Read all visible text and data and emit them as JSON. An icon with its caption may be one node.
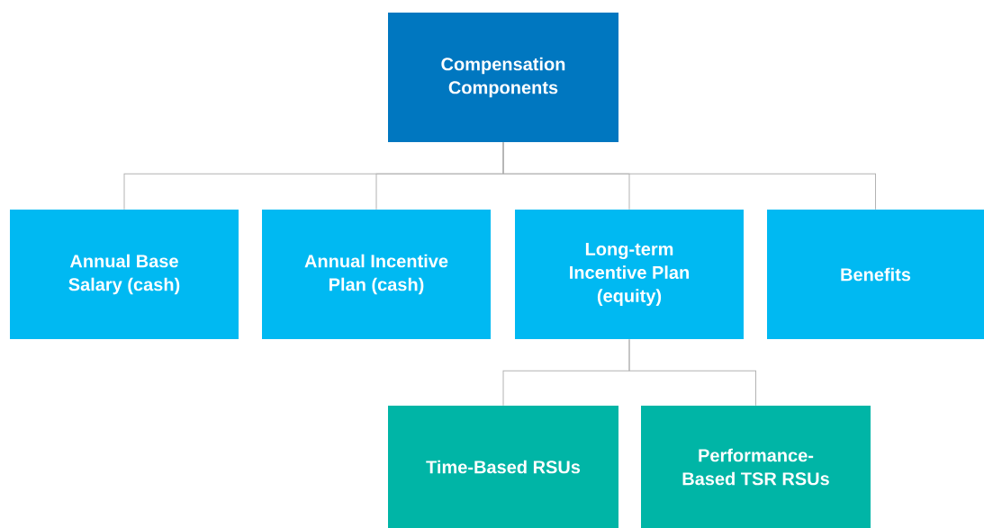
{
  "diagram": {
    "nodes": [
      {
        "text": [
          "Compensation Components"
        ]
      },
      {
        "text": [
          "Annual Base Salary (cash)"
        ]
      },
      {
        "text": [
          "Annual Incentive Plan (cash)"
        ]
      },
      {
        "text": [
          "Long-term Incentive Plan (equity)"
        ]
      },
      {
        "text": [
          "Benefits"
        ]
      },
      {
        "text": [
          "Time-Based RSUs"
        ]
      },
      {
        "text": [
          "Performance- Based TSR RSUs"
        ]
      }
    ],
    "edges": [
      {
        "from": 0,
        "to": 1,
        "arrow": "none"
      },
      {
        "from": 0,
        "to": 2,
        "arrow": "none"
      },
      {
        "from": 0,
        "to": 3,
        "arrow": "none"
      },
      {
        "from": 0,
        "to": 4,
        "arrow": "none"
      },
      {
        "from": 3,
        "to": 5,
        "arrow": "none"
      },
      {
        "from": 3,
        "to": 6,
        "arrow": "none"
      }
    ]
  }
}
